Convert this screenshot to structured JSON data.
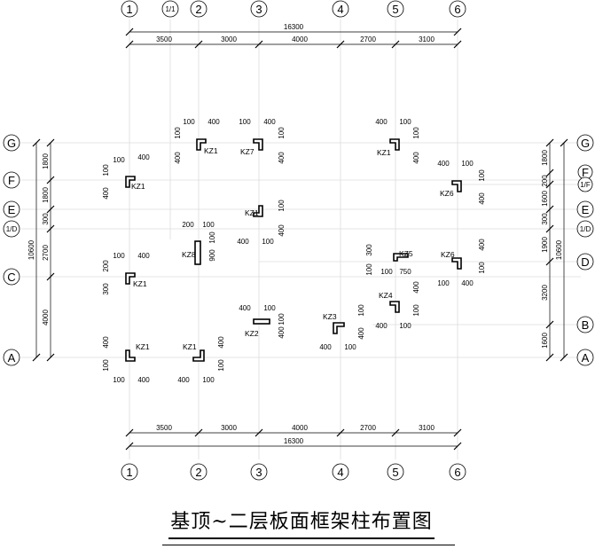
{
  "drawing_title": "基顶~二层板面框架柱布置图",
  "grid_lines": {
    "top": [
      "1",
      "1/1",
      "2",
      "3",
      "4",
      "5",
      "6"
    ],
    "bottom": [
      "1",
      "2",
      "3",
      "4",
      "5",
      "6"
    ],
    "left": [
      "G",
      "F",
      "E",
      "1/D",
      "C",
      "A"
    ],
    "right": [
      "G",
      "F",
      "1/F",
      "E",
      "1/D",
      "D",
      "B",
      "A"
    ]
  },
  "dimensions": {
    "top_total": "16300",
    "top_spans": [
      "3500",
      "3000",
      "4000",
      "2700",
      "3100"
    ],
    "bottom_total": "16300",
    "bottom_spans": [
      "3500",
      "3000",
      "4000",
      "2700",
      "3100"
    ],
    "left_total": "10600",
    "left_spans": [
      "1800",
      "1800",
      "300",
      "2700",
      "4000"
    ],
    "right_total": "10600",
    "right_spans": [
      "1800",
      "200",
      "1600",
      "300",
      "1900",
      "3200",
      "1600"
    ]
  },
  "columns": [
    {
      "id": "KZ1",
      "label": "KZ1",
      "dims": [
        "100",
        "400",
        "100",
        "400"
      ]
    },
    {
      "id": "KZ7",
      "label": "KZ7",
      "dims": [
        "100",
        "400",
        "100",
        "400"
      ]
    },
    {
      "id": "KZ1",
      "label": "KZ1",
      "dims": [
        "400",
        "100",
        "100",
        "400"
      ]
    },
    {
      "id": "KZ1",
      "label": "KZ1",
      "dims": [
        "100",
        "400",
        "100",
        "400"
      ]
    },
    {
      "id": "KZ6",
      "label": "KZ6",
      "dims": [
        "400",
        "100",
        "100",
        "400"
      ]
    },
    {
      "id": "KZ1",
      "label": "KZ1",
      "dims": [
        "100",
        "400",
        "100",
        "400"
      ]
    },
    {
      "id": "KZ8",
      "label": "KZ8",
      "dims": [
        "200",
        "100",
        "100",
        "900"
      ]
    },
    {
      "id": "KZ1",
      "label": "KZ1",
      "dims": [
        "100",
        "400",
        "200",
        "300"
      ]
    },
    {
      "id": "KZ5",
      "label": "KZ5",
      "dims": [
        "300",
        "100",
        "100",
        "750"
      ]
    },
    {
      "id": "KZ6",
      "label": "KZ6",
      "dims": [
        "400",
        "100",
        "100",
        "400"
      ]
    },
    {
      "id": "KZ2",
      "label": "KZ2",
      "dims": [
        "400",
        "100",
        "100",
        "400"
      ]
    },
    {
      "id": "KZ3",
      "label": "KZ3",
      "dims": [
        "100",
        "400",
        "400",
        "100"
      ]
    },
    {
      "id": "KZ4",
      "label": "KZ4",
      "dims": [
        "400",
        "100",
        "400",
        "100"
      ]
    },
    {
      "id": "KZ1",
      "label": "KZ1",
      "dims": [
        "400",
        "100",
        "100",
        "400"
      ]
    },
    {
      "id": "KZ1",
      "label": "KZ1",
      "dims": [
        "400",
        "100",
        "400",
        "100"
      ]
    }
  ]
}
